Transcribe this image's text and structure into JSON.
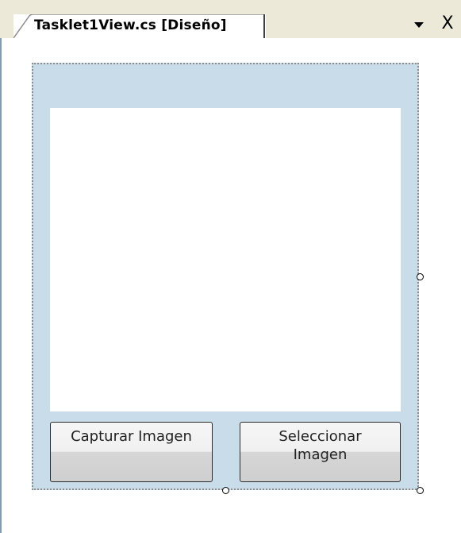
{
  "document_tab": {
    "label": "Tasklet1View.cs [Diseño]",
    "close_glyph": "X",
    "dropdown_icon": "triangle-down-icon"
  },
  "form": {
    "buttons": [
      {
        "label_lines": [
          "Capturar Imagen"
        ]
      },
      {
        "label_lines": [
          "Seleccionar",
          "Imagen"
        ]
      }
    ]
  },
  "colors": {
    "form_background": "#c9dcea",
    "tabstrip_background": "#ece9d8",
    "picture_box": "#ffffff"
  }
}
